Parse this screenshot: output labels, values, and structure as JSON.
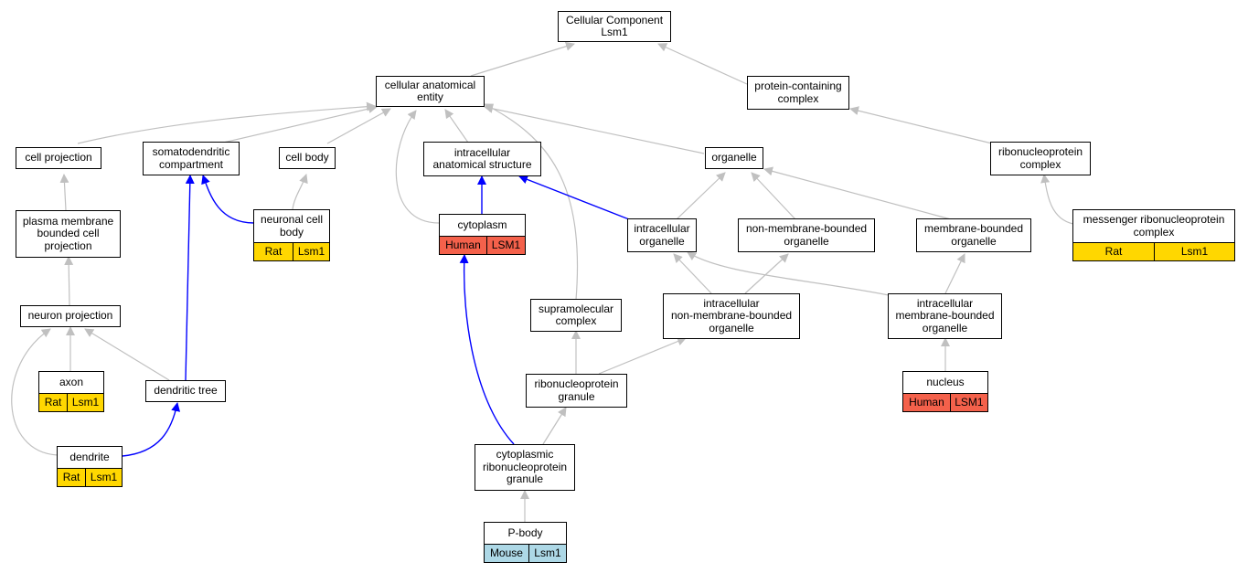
{
  "nodes": {
    "root": "Cellular Component\nLsm1",
    "cae": "cellular anatomical\nentity",
    "pcc": "protein-containing\ncomplex",
    "cellproj": "cell projection",
    "somato": "somatodendritic\ncompartment",
    "cellbody": "cell body",
    "ias": "intracellular\nanatomical structure",
    "organelle": "organelle",
    "rnpc": "ribonucleoprotein\ncomplex",
    "pmbcp": "plasma membrane\nbounded cell\nprojection",
    "ncb": "neuronal cell\nbody",
    "cytoplasm": "cytoplasm",
    "intorg": "intracellular\norganelle",
    "nmbo": "non-membrane-bounded\norganelle",
    "mbo": "membrane-bounded\norganelle",
    "mrnp": "messenger ribonucleoprotein\ncomplex",
    "neuronproj": "neuron projection",
    "supramol": "supramolecular\ncomplex",
    "inmbo": "intracellular\nnon-membrane-bounded\norganelle",
    "imbo": "intracellular\nmembrane-bounded\norganelle",
    "axon": "axon",
    "dtree": "dendritic tree",
    "rnpg": "ribonucleoprotein\ngranule",
    "nucleus": "nucleus",
    "dendrite": "dendrite",
    "crnpg": "cytoplasmic\nribonucleoprotein\ngranule",
    "pbody": "P-body"
  },
  "annotations": {
    "ncb": [
      "Rat",
      "Lsm1"
    ],
    "cytoplasm": [
      "Human",
      "LSM1"
    ],
    "mrnp": [
      "Rat",
      "Lsm1"
    ],
    "axon": [
      "Rat",
      "Lsm1"
    ],
    "nucleus": [
      "Human",
      "LSM1"
    ],
    "dendrite": [
      "Rat",
      "Lsm1"
    ],
    "pbody": [
      "Mouse",
      "Lsm1"
    ]
  },
  "colors": {
    "rat": "#ffd700",
    "human": "#f4614b",
    "mouse": "#add8e6",
    "edge_gray": "#c0c0c0",
    "edge_blue": "#0000ff"
  }
}
